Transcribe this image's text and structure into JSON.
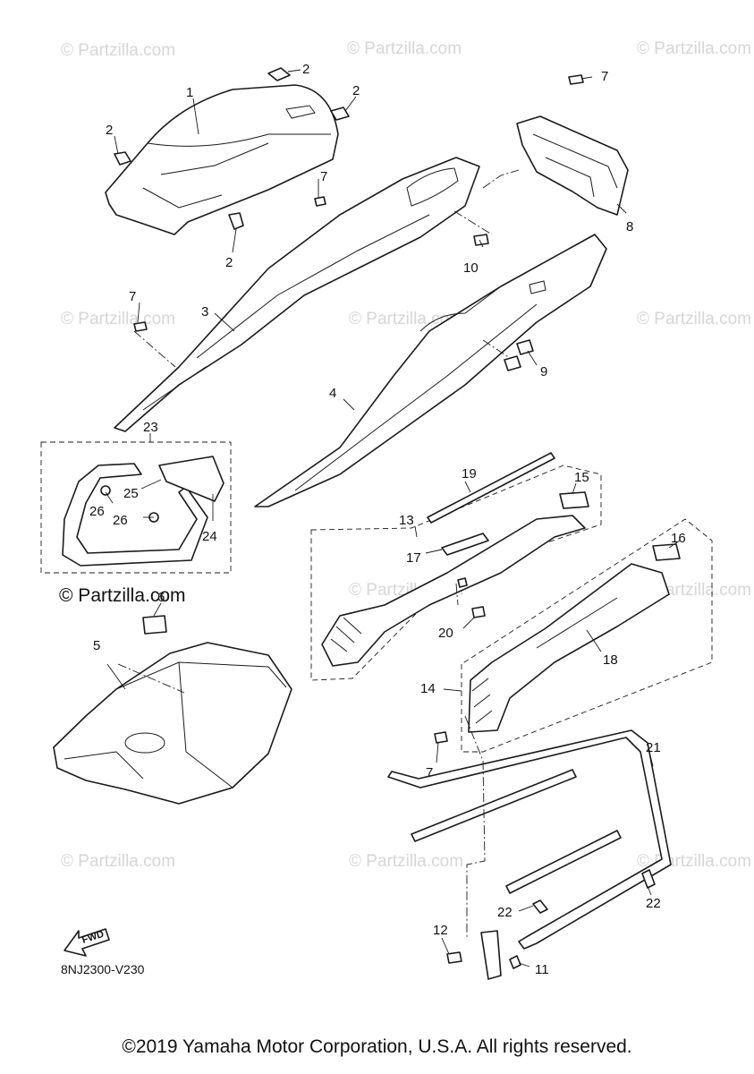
{
  "watermark": "© Partzilla.com",
  "diagram_code": "8NJ2300-V230",
  "fwd_label": "FWD",
  "copyright": "©2019 Yamaha Motor Corporation, U.S.A. All rights reserved.",
  "callouts": {
    "c1": "1",
    "c2a": "2",
    "c2b": "2",
    "c2c": "2",
    "c2d": "2",
    "c3": "3",
    "c4": "4",
    "c5": "5",
    "c6": "6",
    "c7a": "7",
    "c7b": "7",
    "c7c": "7",
    "c7d": "7",
    "c8": "8",
    "c9": "9",
    "c10": "10",
    "c11": "11",
    "c12": "12",
    "c13": "13",
    "c14": "14",
    "c15": "15",
    "c16": "16",
    "c17": "17",
    "c18": "18",
    "c19": "19",
    "c20": "20",
    "c21": "21",
    "c22a": "22",
    "c22b": "22",
    "c23": "23",
    "c24": "24",
    "c25": "25",
    "c26a": "26",
    "c26b": "26"
  }
}
